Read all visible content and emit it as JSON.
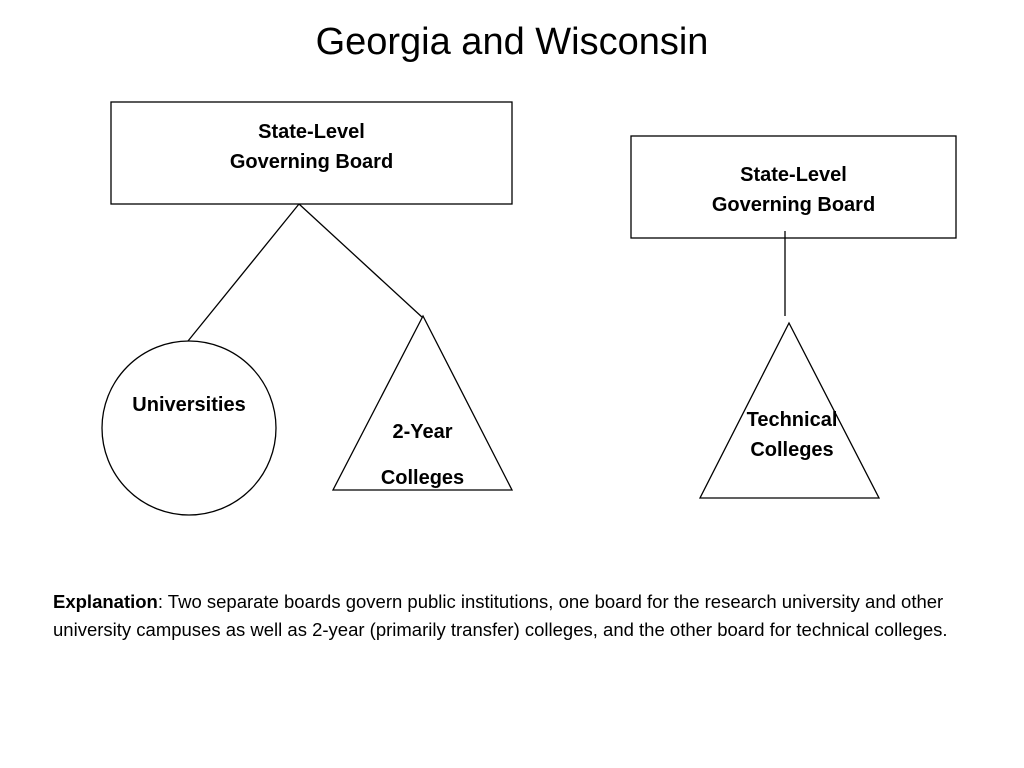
{
  "title": "Georgia and Wisconsin",
  "left_structure": {
    "board": {
      "line1": "State-Level",
      "line2": "Governing Board"
    },
    "universities": {
      "label": "Universities"
    },
    "two_year_colleges": {
      "line1": "2-Year",
      "line2": "Colleges"
    }
  },
  "right_structure": {
    "board": {
      "line1": "State-Level",
      "line2": "Governing Board"
    },
    "technical_colleges": {
      "line1": "Technical",
      "line2": "Colleges"
    }
  },
  "explanation": {
    "heading": "Explanation",
    "separator": ":",
    "text": " Two separate boards govern public institutions, one board for the research university and other university campuses as well as 2-year (primarily transfer) colleges, and the other board for technical colleges."
  }
}
